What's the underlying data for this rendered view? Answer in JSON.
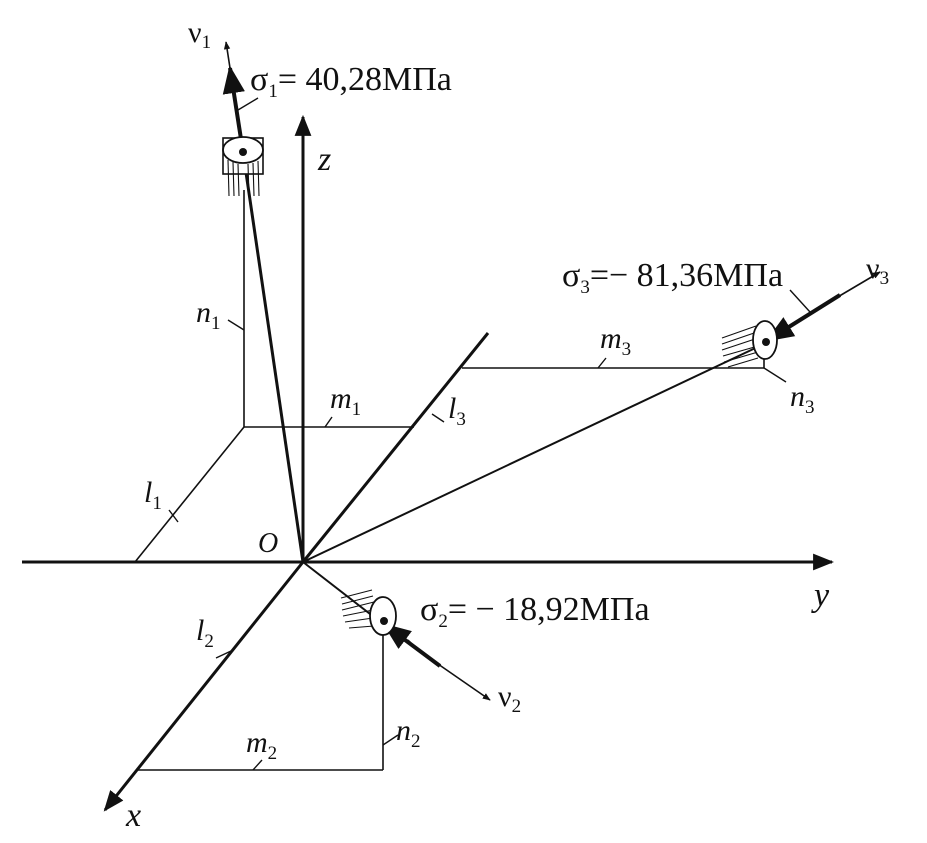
{
  "axes": {
    "origin": "O",
    "x": "x",
    "y": "y",
    "z": "z"
  },
  "principal_directions": [
    {
      "nu": "ν",
      "nu_sub": "1",
      "sigma": "σ",
      "sigma_sub": "1",
      "value": "= 40,28МПа",
      "l": "l",
      "l_sub": "1",
      "m": "m",
      "m_sub": "1",
      "n": "n",
      "n_sub": "1"
    },
    {
      "nu": "ν",
      "nu_sub": "2",
      "sigma": "σ",
      "sigma_sub": "2",
      "value": "= − 18,92МПа",
      "l": "l",
      "l_sub": "2",
      "m": "m",
      "m_sub": "2",
      "n": "n",
      "n_sub": "2"
    },
    {
      "nu": "ν",
      "nu_sub": "3",
      "sigma": "σ",
      "sigma_sub": "3",
      "value": "=− 81,36МПа",
      "l": "l",
      "l_sub": "3",
      "m": "m",
      "m_sub": "3",
      "n": "n",
      "n_sub": "3"
    }
  ]
}
